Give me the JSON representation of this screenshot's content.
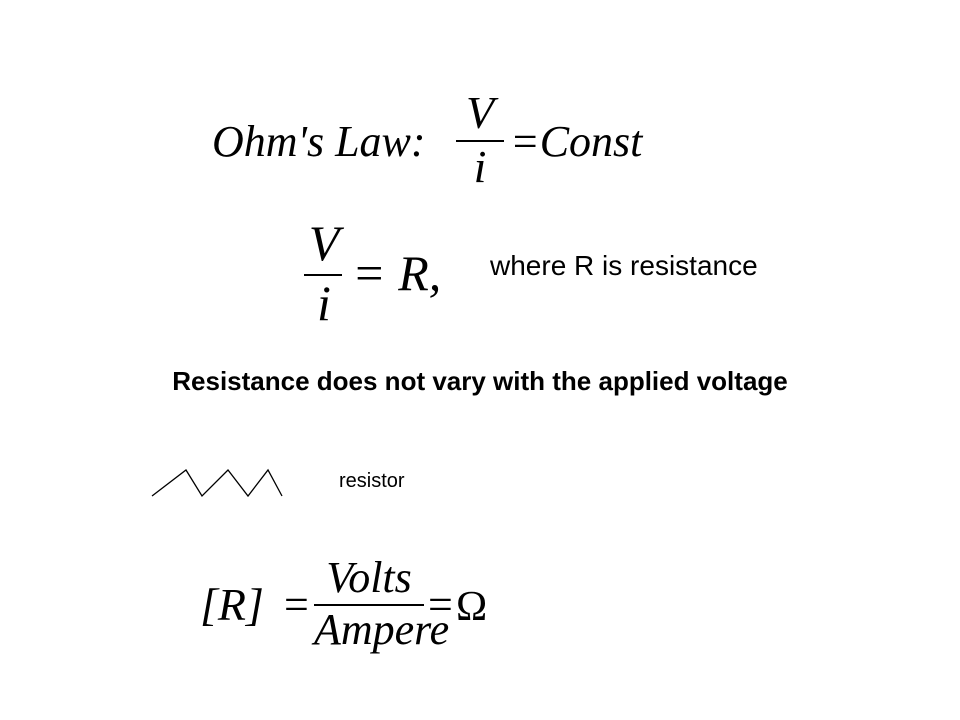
{
  "ohms_law": {
    "label": "Ohm's Law:",
    "numerator": "V",
    "denominator": "i",
    "rhs": "=Const"
  },
  "resistance_def": {
    "numerator": "V",
    "denominator": "i",
    "rhs": "= R,",
    "note": "where R is resistance"
  },
  "statement": "Resistance does not vary with the applied voltage",
  "resistor": {
    "icon": "resistor-zigzag-icon",
    "label": "resistor"
  },
  "units": {
    "lhs": "[R]",
    "eq1": "=",
    "numerator": "Volts",
    "denominator": "Ampere",
    "eq2": "=",
    "unit_symbol": "Ω"
  }
}
